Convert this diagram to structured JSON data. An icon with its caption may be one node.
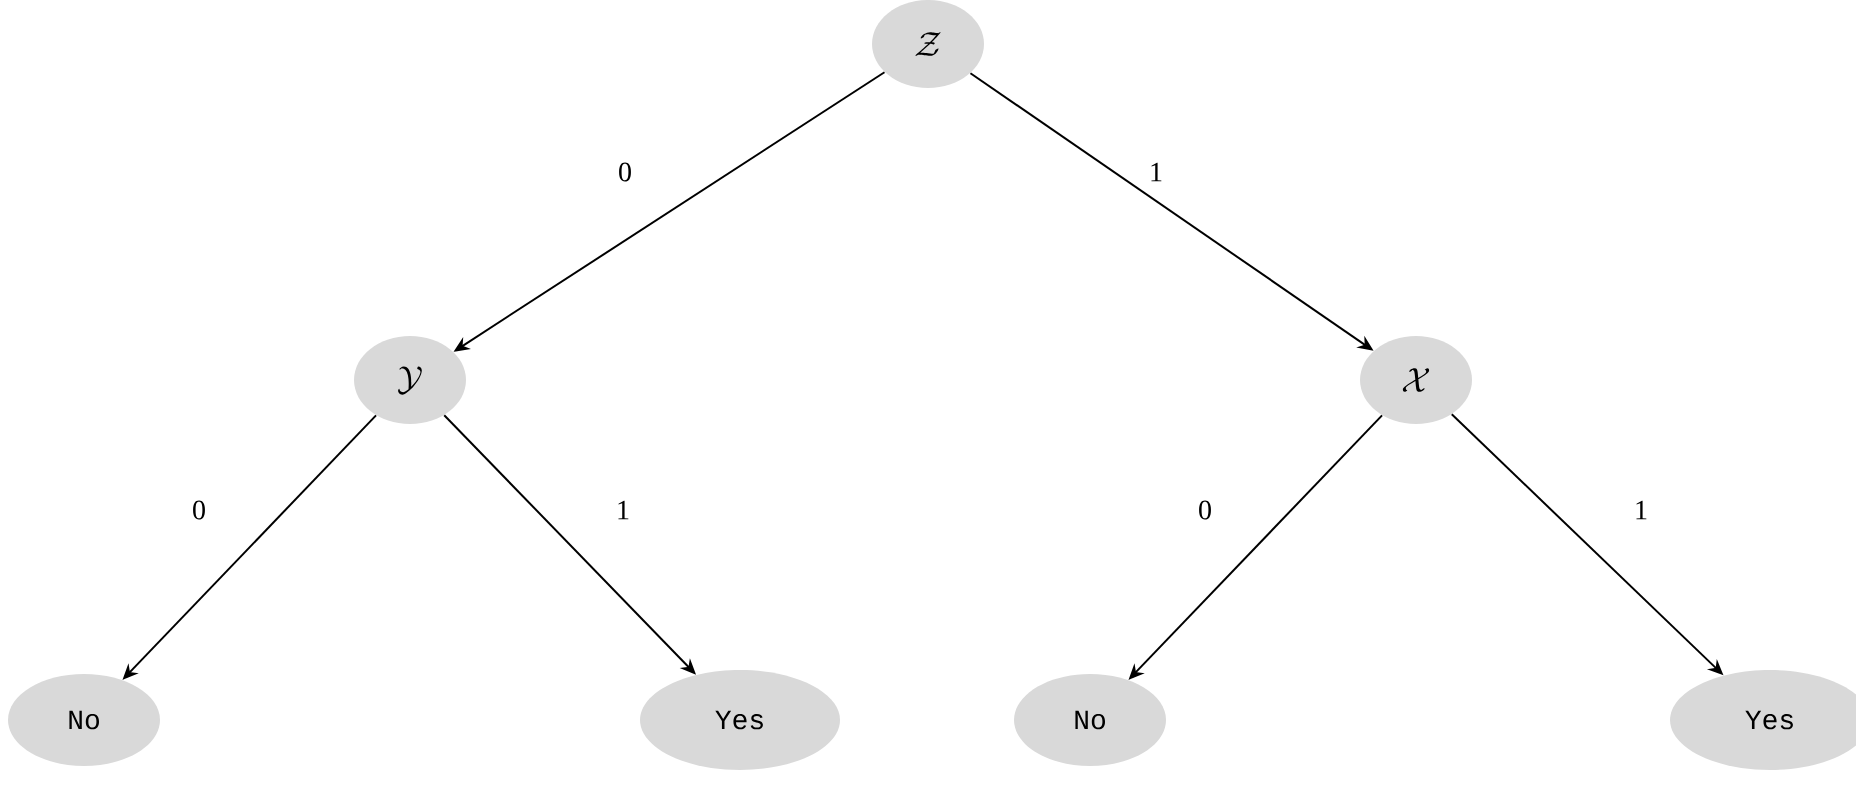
{
  "diagram": {
    "nodes": [
      {
        "text": [
          "\\mathcal{Z}"
        ]
      },
      {
        "text": [
          "\\mathcal{Y}"
        ]
      },
      {
        "text": [
          "\\mathcal{X}"
        ]
      },
      {
        "text": [
          "No"
        ]
      },
      {
        "text": [
          "Yes"
        ]
      },
      {
        "text": [
          "No"
        ]
      },
      {
        "text": [
          "Yes"
        ]
      }
    ],
    "edges": [
      {
        "from": 0,
        "to": 1,
        "arrow": "to",
        "label": "0"
      },
      {
        "from": 0,
        "to": 2,
        "arrow": "to",
        "label": "1"
      },
      {
        "from": 1,
        "to": 3,
        "arrow": "to",
        "label": "0"
      },
      {
        "from": 1,
        "to": 4,
        "arrow": "to",
        "label": "1"
      },
      {
        "from": 2,
        "to": 5,
        "arrow": "to",
        "label": "0"
      },
      {
        "from": 2,
        "to": 6,
        "arrow": "to",
        "label": "1"
      }
    ]
  }
}
